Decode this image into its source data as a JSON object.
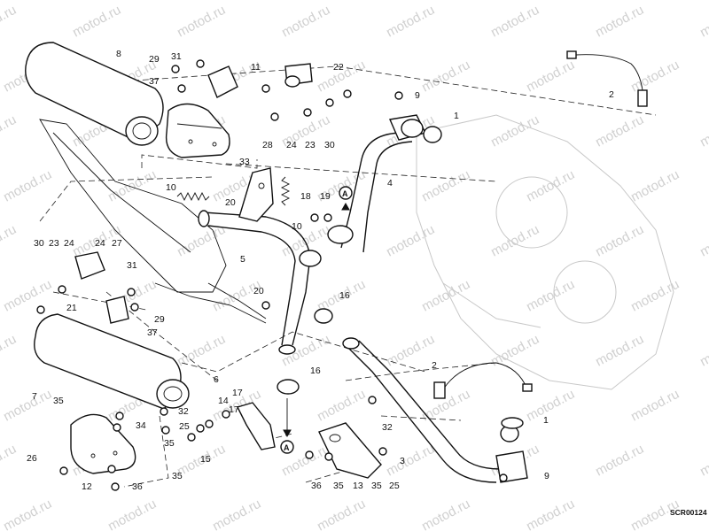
{
  "watermark": "motod.ru",
  "drawing_code": "SCR00124",
  "reference_letter": "A",
  "part_numbers": [
    "1",
    "2",
    "3",
    "4",
    "5",
    "6",
    "7",
    "8",
    "9",
    "10",
    "11",
    "12",
    "13",
    "14",
    "15",
    "16",
    "17",
    "18",
    "19",
    "20",
    "21",
    "22",
    "23",
    "24",
    "25",
    "26",
    "27",
    "28",
    "29",
    "30",
    "31",
    "32",
    "33",
    "34",
    "35",
    "36",
    "37"
  ]
}
